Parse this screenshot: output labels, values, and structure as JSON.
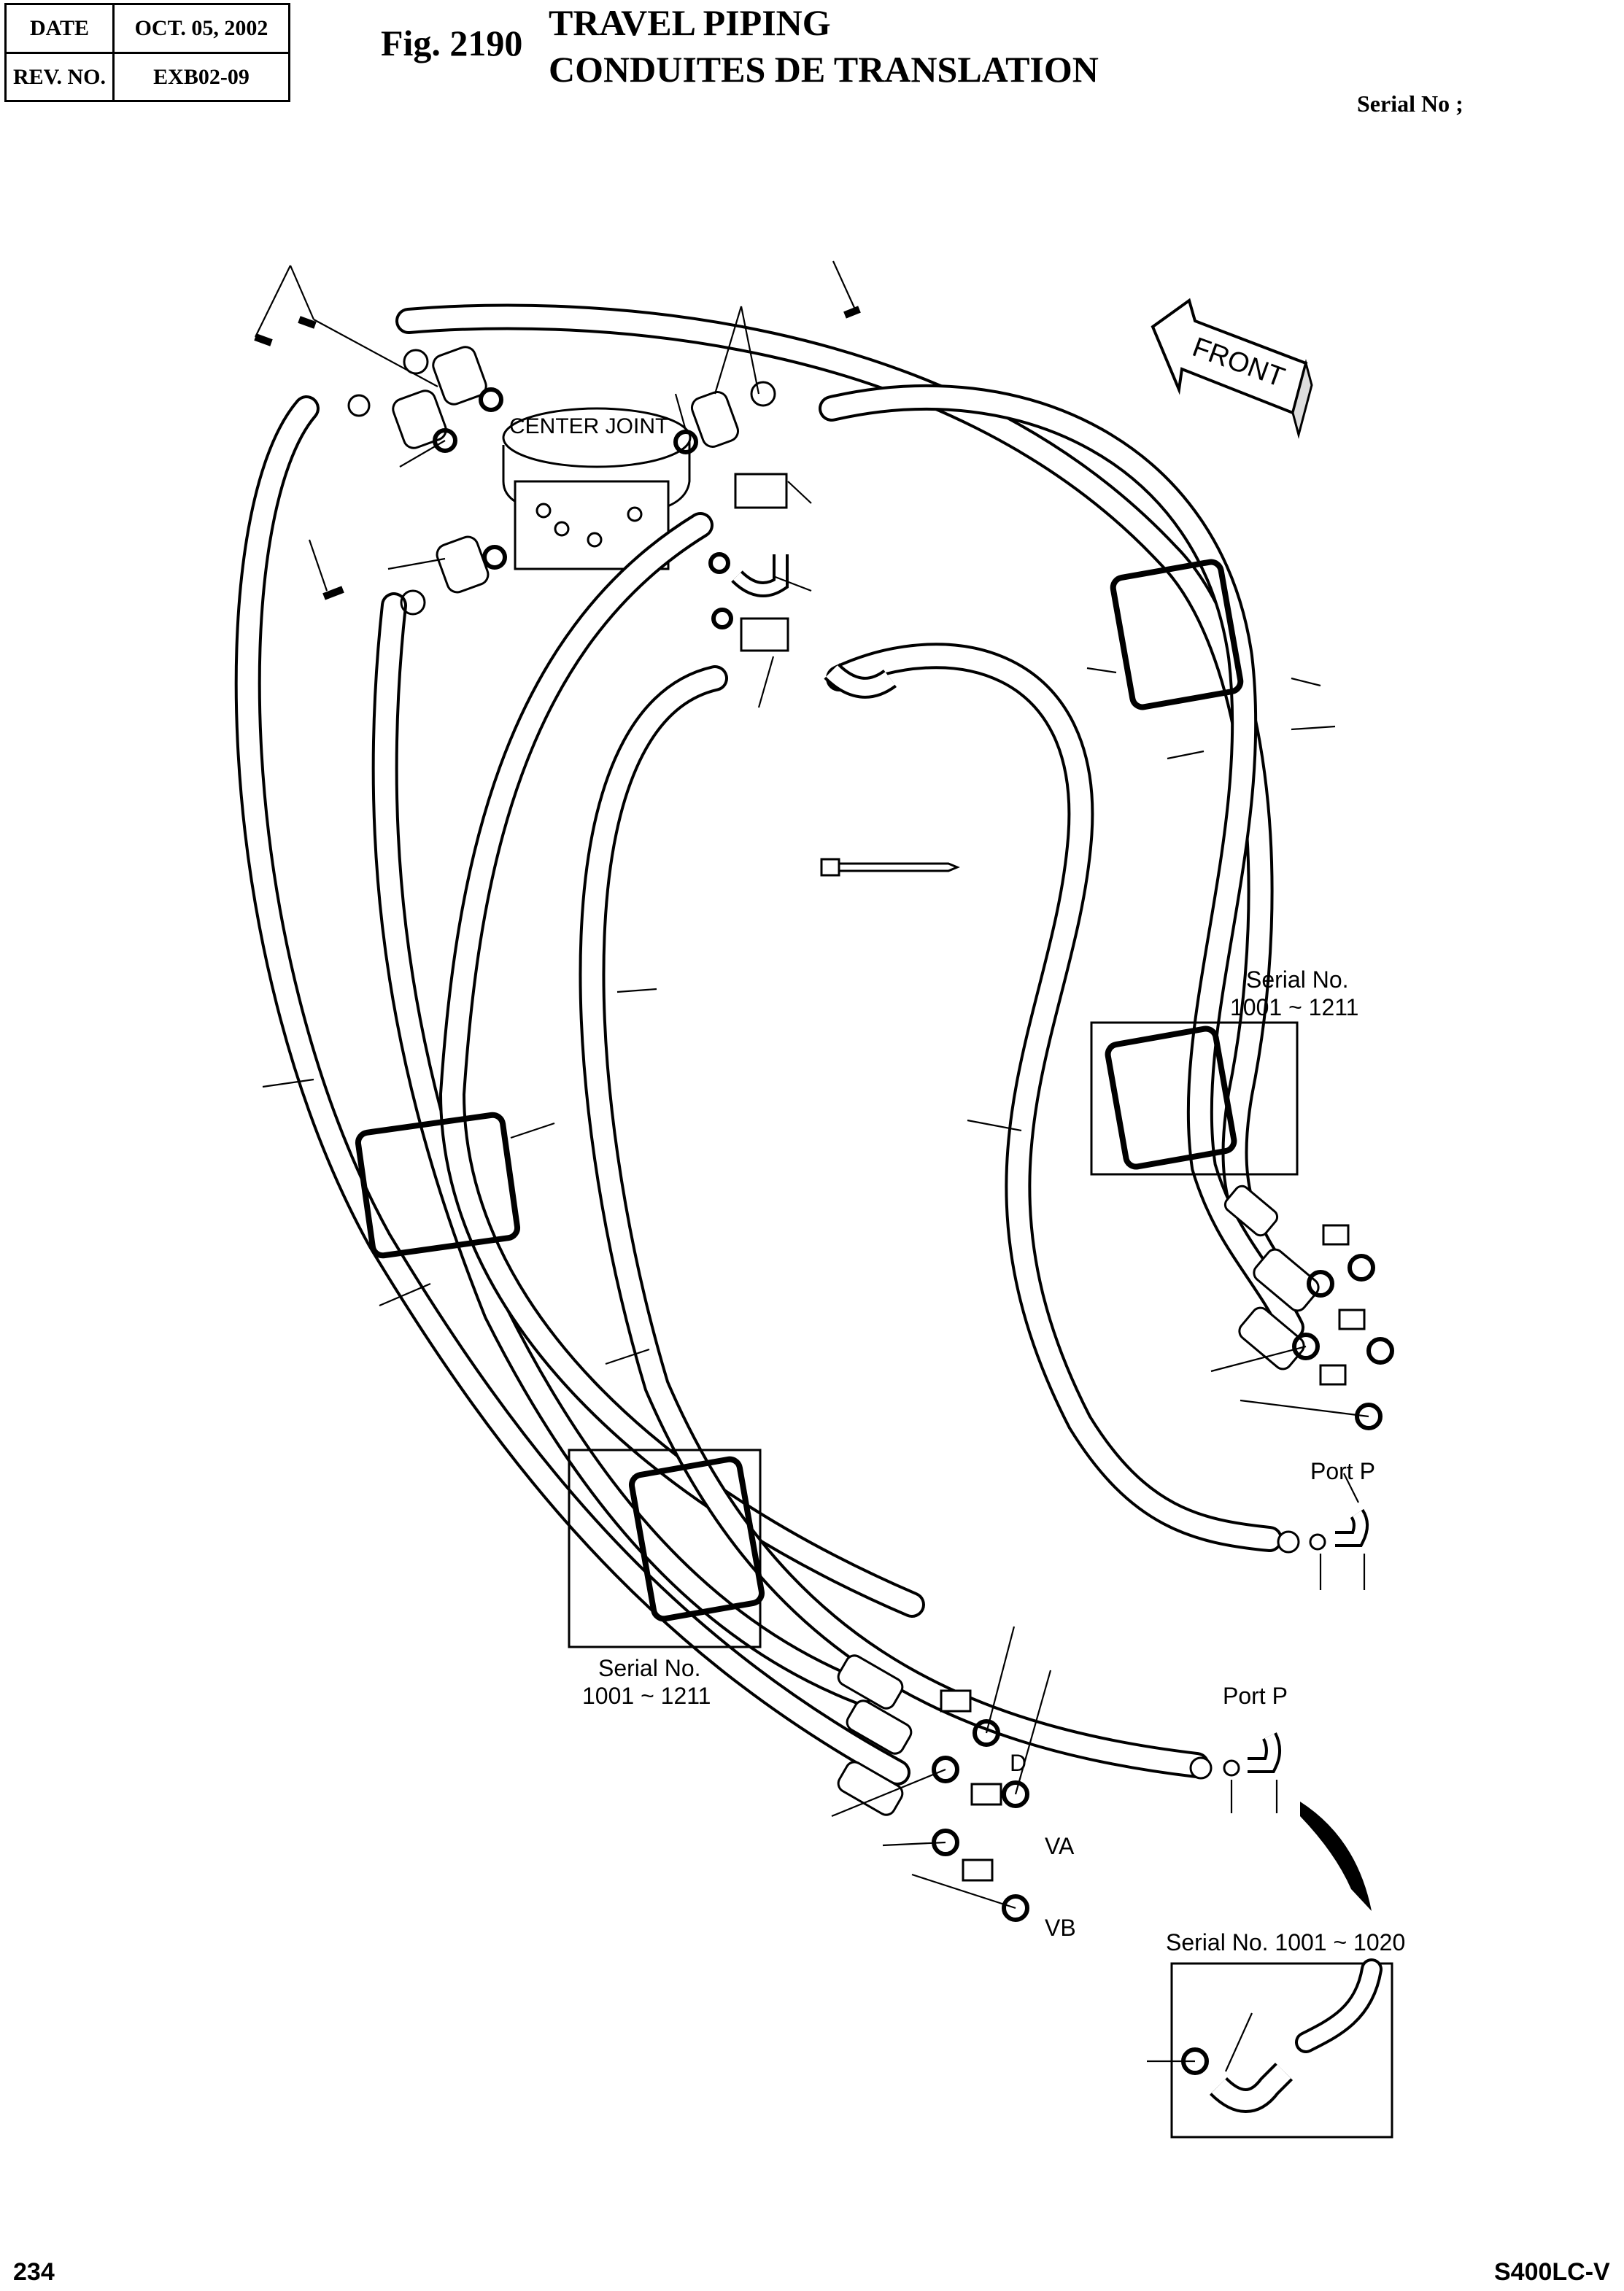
{
  "header": {
    "date_label": "DATE",
    "date_value": "OCT. 05, 2002",
    "rev_label": "REV. NO.",
    "rev_value": "EXB02-09"
  },
  "figure": {
    "number": "Fig. 2190",
    "title_en": "TRAVEL PIPING",
    "title_fr": "CONDUITES DE TRANSLATION",
    "serial_label": "Serial No ;"
  },
  "labels": {
    "center_joint": "CENTER JOINT",
    "front": "FRONT",
    "serial_no": "Serial No.",
    "serial_range_a": "1001 ~ 1211",
    "serial_range_b": "1001 ~ 1211",
    "port_p_1": "Port P",
    "port_p_2": "Port P",
    "port_d": "D",
    "port_va": "VA",
    "port_vb": "VB",
    "serial_inset": "Serial No. 1001 ~ 1020"
  },
  "footer": {
    "page": "234",
    "model": "S400LC-V"
  }
}
